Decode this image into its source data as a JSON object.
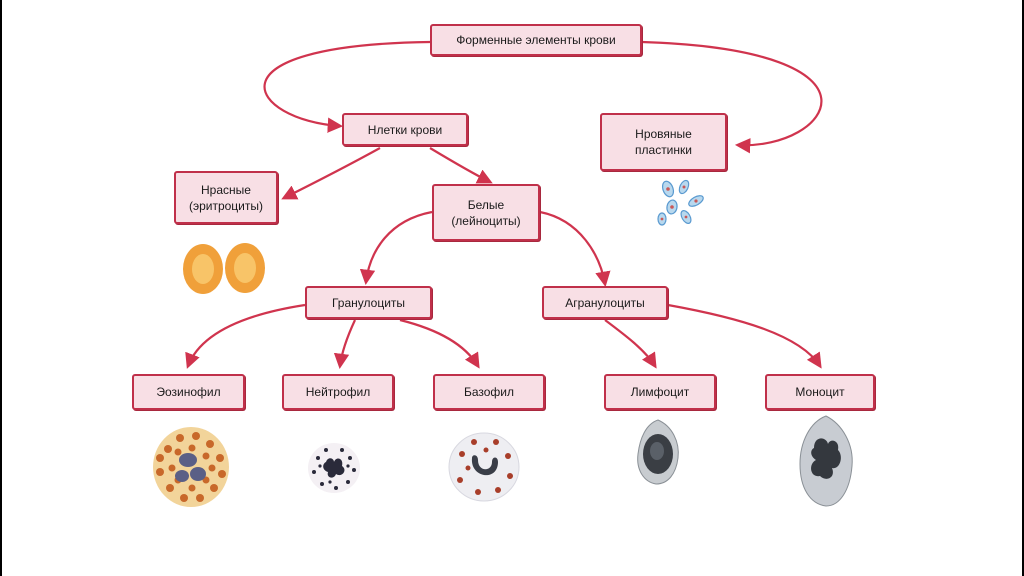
{
  "colors": {
    "node_fill": "#f8dfe5",
    "node_border": "#c0304a",
    "arrow": "#d0344e"
  },
  "nodes": {
    "root": "Форменные элементы крови",
    "cells": "Нлетки крови",
    "platelets": [
      "Нровяные",
      "пластинки"
    ],
    "red": [
      "Нрасные",
      "(эритроциты)"
    ],
    "white": [
      "Белые",
      "(лейноциты)"
    ],
    "granulocytes": "Гранулоциты",
    "agranulocytes": "Агранулоциты",
    "eosinophil": "Эозинофил",
    "neutrophil": "Нейтрофил",
    "basophil": "Базофил",
    "lymphocyte": "Лимфоцит",
    "monocyte": "Моноцит"
  },
  "icons": [
    "platelets-icon",
    "erythrocytes-icon",
    "eosinophil-cell-icon",
    "neutrophil-cell-icon",
    "basophil-cell-icon",
    "lymphocyte-cell-icon",
    "monocyte-cell-icon"
  ]
}
